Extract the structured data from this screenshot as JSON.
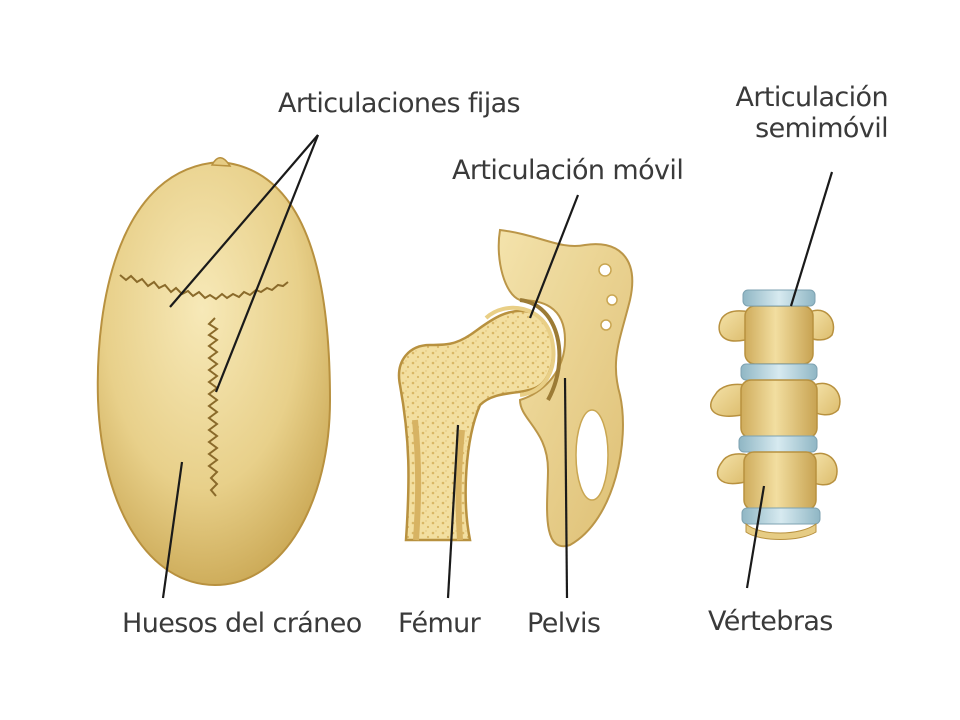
{
  "labels": {
    "fixed_joints": "Articulaciones fijas",
    "movable_joint": "Articulación móvil",
    "semi_movable_line1": "Articulación",
    "semi_movable_line2": "semimóvil",
    "skull_bones": "Huesos del cráneo",
    "femur": "Fémur",
    "pelvis": "Pelvis",
    "vertebrae": "Vértebras"
  },
  "colors": {
    "bone": "#e8d08a",
    "bone_light": "#f6e7b6",
    "bone_shadow": "#c9a652",
    "suture": "#8a6a2a",
    "disc": "#b7d3dd",
    "line": "#1a1a1a",
    "text": "#3a3a3a"
  }
}
